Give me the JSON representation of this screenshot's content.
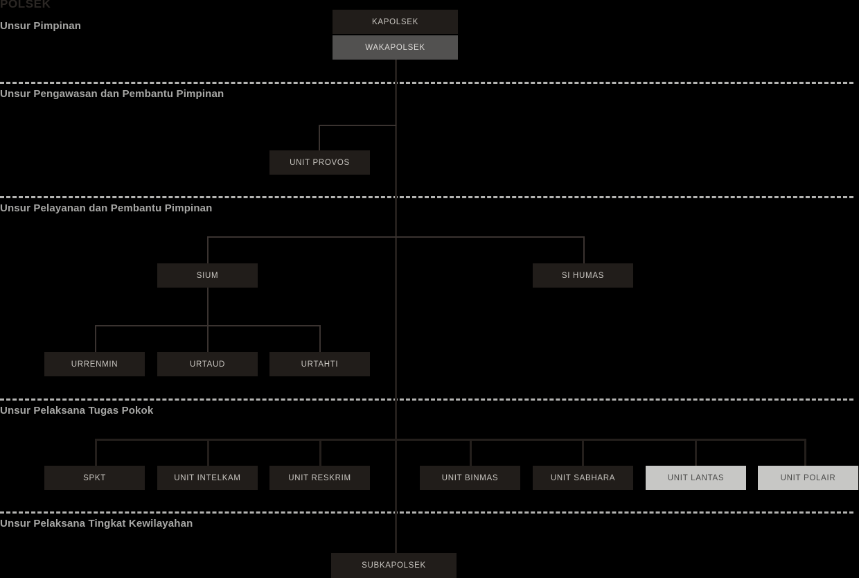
{
  "chart_data": {
    "type": "diagram",
    "title": "POLSEK",
    "diagram_kind": "organizational-chart",
    "bands": [
      {
        "label": "Unsur Pimpinan"
      },
      {
        "label": "Unsur Pengawasan dan Pembantu Pimpinan"
      },
      {
        "label": "Unsur Pelayanan dan Pembantu Pimpinan"
      },
      {
        "label": "Unsur Pelaksana Tugas Pokok"
      },
      {
        "label": "Unsur Pelaksana Tingkat Kewilayahan"
      }
    ],
    "nodes": {
      "kapolsek": "KAPOLSEK",
      "wakapolsek": "WAKAPOLSEK",
      "unit_provos": "UNIT PROVOS",
      "sium": "SIUM",
      "si_humas": "SI HUMAS",
      "urrenmin": "URRENMIN",
      "urtaud": "URTAUD",
      "urtahti": "URTAHTI",
      "spkt": "SPKT",
      "unit_intelkam": "UNIT INTELKAM",
      "unit_reskrim": "UNIT RESKRIM",
      "unit_binmas": "UNIT BINMAS",
      "unit_sabhara": "UNIT SABHARA",
      "unit_lantas": "UNIT LANTAS",
      "unit_polair": "UNIT POLAIR",
      "subkapolsek": "SUBKAPOLSEK"
    },
    "colors": {
      "background": "#000000",
      "node_dark": "#211d1a",
      "node_mid": "#525150",
      "node_light": "#c7c7c5",
      "band_label": "#a7a7a5",
      "title": "#2b2724",
      "connector": "#241f1c"
    }
  }
}
